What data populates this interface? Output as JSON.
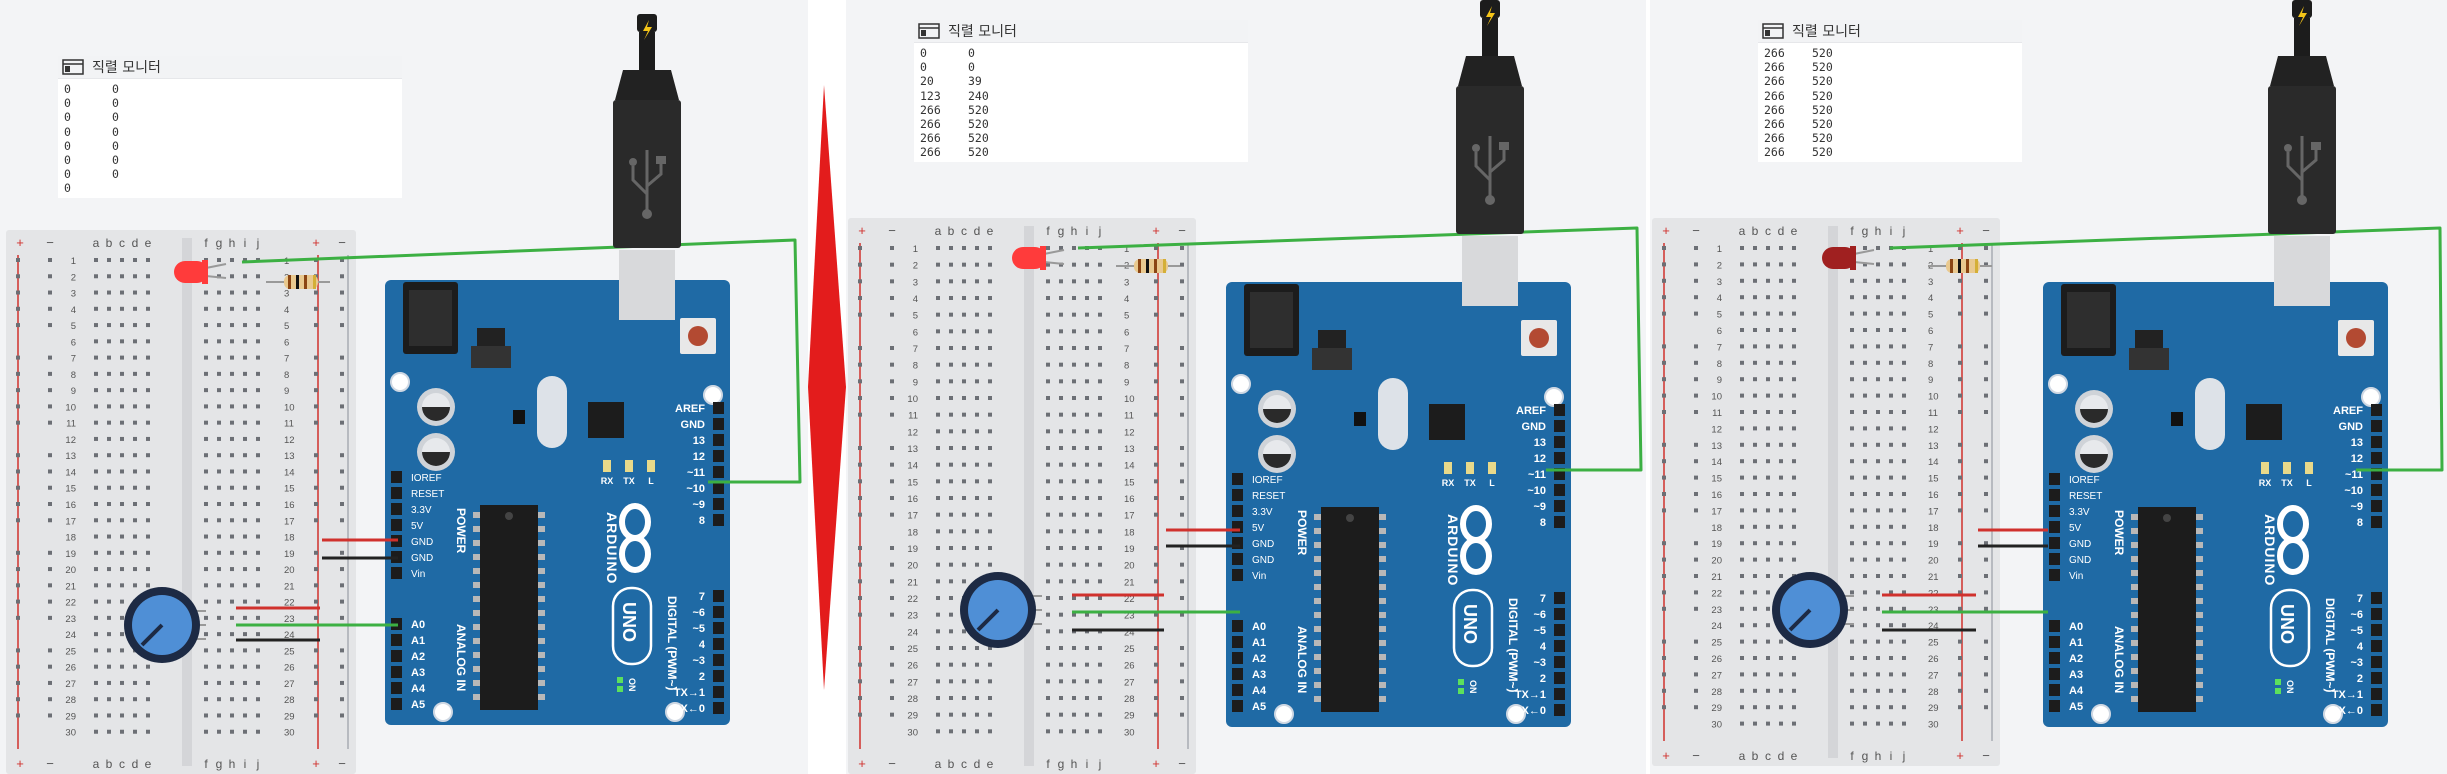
{
  "colors": {
    "background": "#f3f4f6",
    "breadboard": "#e4e5e7",
    "arduino": "#1f6aa5",
    "rail_red": "#d0312d",
    "rail_blue": "#2f5f9e",
    "wire_green": "#3cb043",
    "wire_red": "#d0312d",
    "wire_black": "#222222",
    "arrow": "#e31c1c"
  },
  "icons": [
    "serial-monitor-icon",
    "usb-cable-icon",
    "power-bolt-icon",
    "arduino-infinity-logo-icon",
    "potentiometer-icon",
    "led-icon",
    "resistor-icon"
  ],
  "panels": [
    {
      "monitor": {
        "title": "직렬 모니터",
        "rows": [
          [
            "0",
            "0"
          ],
          [
            "0",
            "0"
          ],
          [
            "0",
            "0"
          ],
          [
            "0",
            "0"
          ],
          [
            "0",
            "0"
          ],
          [
            "0",
            "0"
          ],
          [
            "0",
            "0"
          ],
          [
            "0",
            ""
          ]
        ]
      },
      "led_state": "on"
    },
    {
      "monitor": {
        "title": "직렬 모니터",
        "rows": [
          [
            "0",
            "0"
          ],
          [
            "0",
            "0"
          ],
          [
            "20",
            "39"
          ],
          [
            "123",
            "240"
          ],
          [
            "266",
            "520"
          ],
          [
            "266",
            "520"
          ],
          [
            "266",
            "520"
          ],
          [
            "266",
            "520"
          ]
        ]
      },
      "led_state": "on"
    },
    {
      "monitor": {
        "title": "직렬 모니터",
        "rows": [
          [
            "266",
            "520"
          ],
          [
            "266",
            "520"
          ],
          [
            "266",
            "520"
          ],
          [
            "266",
            "520"
          ],
          [
            "266",
            "520"
          ],
          [
            "266",
            "520"
          ],
          [
            "266",
            "520"
          ],
          [
            "266",
            "520"
          ]
        ]
      },
      "led_state": "dim"
    }
  ],
  "breadboard": {
    "columns": [
      "a",
      "b",
      "c",
      "d",
      "e",
      "f",
      "g",
      "h",
      "i",
      "j"
    ],
    "rows": [
      "1",
      "2",
      "3",
      "4",
      "5",
      "6",
      "7",
      "8",
      "9",
      "10",
      "11",
      "12",
      "13",
      "14",
      "15",
      "16",
      "17",
      "18",
      "19",
      "20",
      "21",
      "22",
      "23",
      "24",
      "25",
      "26",
      "27",
      "28",
      "29",
      "30"
    ],
    "rail_plus": "+",
    "rail_minus": "−"
  },
  "arduino": {
    "brand": "ARDUINO",
    "model": "UNO",
    "power_pins": [
      "IOREF",
      "RESET",
      "3.3V",
      "5V",
      "GND",
      "GND",
      "Vin"
    ],
    "power_label": "POWER",
    "analog_pins": [
      "A0",
      "A1",
      "A2",
      "A3",
      "A4",
      "A5"
    ],
    "analog_label": "ANALOG IN",
    "digital_top": [
      "AREF",
      "GND",
      "13",
      "12",
      "~11",
      "~10",
      "~9",
      "8"
    ],
    "digital_bottom": [
      "7",
      "~6",
      "~5",
      "4",
      "~3",
      "2",
      "TX→1",
      "RX←0"
    ],
    "digital_label": "DIGITAL (PWM~)",
    "led_labels": [
      "RX",
      "TX",
      "L"
    ],
    "on_label": "ON"
  }
}
